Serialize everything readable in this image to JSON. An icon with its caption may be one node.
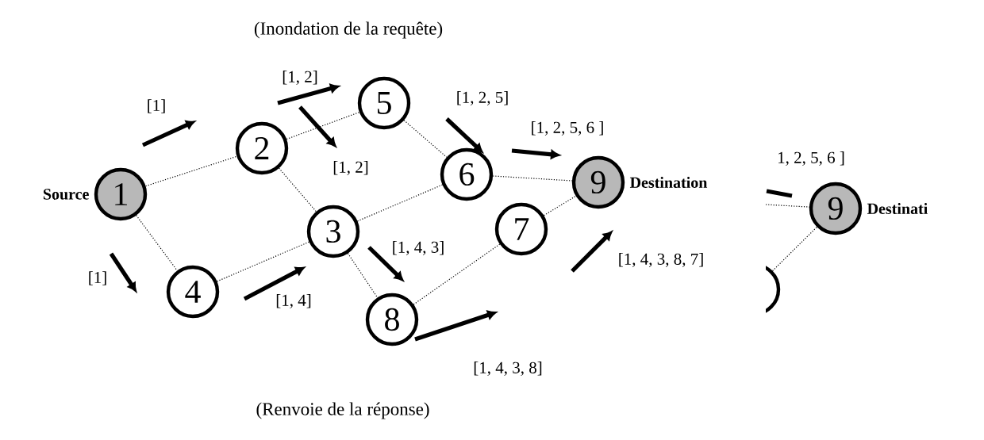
{
  "diagram": {
    "title": "(Inondation de la requête)",
    "caption": "(Renvoie de la réponse)",
    "nodes": [
      {
        "text": [
          "1"
        ],
        "beside": [
          "Source"
        ]
      },
      {
        "text": [
          "2"
        ]
      },
      {
        "text": [
          "3"
        ]
      },
      {
        "text": [
          "4"
        ]
      },
      {
        "text": [
          "5"
        ]
      },
      {
        "text": [
          "6"
        ]
      },
      {
        "text": [
          "7"
        ]
      },
      {
        "text": [
          "8"
        ]
      },
      {
        "text": [
          "9"
        ],
        "beside": [
          "Destination"
        ]
      },
      {
        "text": [
          "9"
        ],
        "beside": [
          "Destinati"
        ]
      },
      {
        "text": [],
        "shape": "circle"
      }
    ],
    "edges": [
      {
        "from": 0,
        "to": 1,
        "arrow": "none"
      },
      {
        "from": 0,
        "to": 3,
        "arrow": "none"
      },
      {
        "from": 1,
        "to": 4,
        "arrow": "none"
      },
      {
        "from": 1,
        "to": 2,
        "arrow": "none"
      },
      {
        "from": 3,
        "to": 2,
        "arrow": "none"
      },
      {
        "from": 2,
        "to": 5,
        "arrow": "none"
      },
      {
        "from": 2,
        "to": 7,
        "arrow": "none"
      },
      {
        "from": 4,
        "to": 5,
        "arrow": "none"
      },
      {
        "from": 5,
        "to": 8,
        "arrow": "none"
      },
      {
        "from": 7,
        "to": 6,
        "arrow": "none"
      },
      {
        "from": 6,
        "to": 8,
        "arrow": "none"
      },
      {
        "from": null,
        "to": 9,
        "arrow": "none"
      },
      {
        "from": 10,
        "to": 9,
        "arrow": "none"
      }
    ],
    "labels": [
      "[1, 2]",
      "[1]",
      "[1, 2, 5]",
      "[1, 2, 5, 6 ]",
      "[1, 2]",
      "1, 2, 5, 6 ]",
      "[1, 4, 3]",
      "[1]",
      "[1, 4, 3, 8, 7]",
      "[1, 4]",
      "[1, 4, 3, 8]"
    ]
  }
}
